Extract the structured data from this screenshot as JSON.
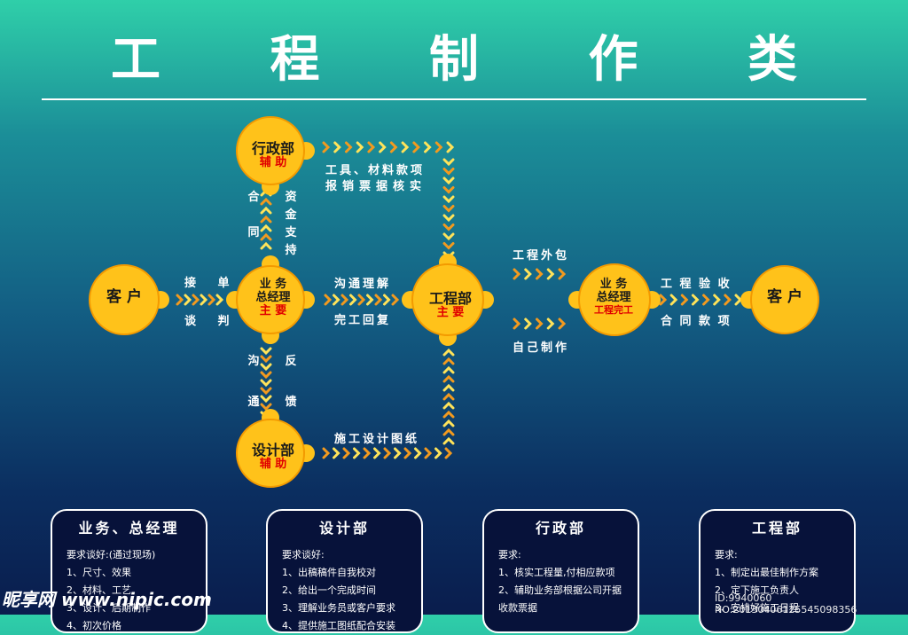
{
  "title": "工 程 制 作 类",
  "colors": {
    "node": "#ffc21a",
    "node_edge": "#f39a00",
    "chevron_orange": "#f29a1f",
    "chevron_yellow": "#ffe35a",
    "accent_red": "#e00000"
  },
  "nodes": {
    "customer_left": {
      "label": "客 户"
    },
    "admin": {
      "label": "行政部",
      "role": "辅 助"
    },
    "manager": {
      "label1": "业 务",
      "label2": "总经理",
      "role": "主 要"
    },
    "engineering": {
      "label": "工程部",
      "role": "主 要"
    },
    "design": {
      "label": "设计部",
      "role": "辅 助"
    },
    "manager_right": {
      "label1": "业 务",
      "label2": "总经理",
      "role": "工程完工"
    },
    "customer_right": {
      "label": "客 户"
    }
  },
  "labels": {
    "receive_order": "接 单",
    "negotiate": "谈 判",
    "tools_line1": "工具、材料款项",
    "tools_line2": "报销票据核实",
    "communicate": "沟通理解",
    "completion_reply": "完工回复",
    "outsource": "工程外包",
    "self_make": "自己制作",
    "acceptance": "工 程 验 收",
    "contract_payment": "合 同 款 项",
    "construction_drawing": "施工设计图纸",
    "contract_v": [
      "合",
      "同"
    ],
    "funding_v": [
      "资",
      "金",
      "支",
      "持"
    ],
    "gou_tong_v": [
      "沟",
      "通"
    ],
    "feedback_v": [
      "反",
      "馈"
    ]
  },
  "cards": [
    {
      "title": "业务、总经理",
      "lines": [
        "要求谈好:(通过现场)",
        "1、尺寸、效果",
        "2、材料、工艺",
        "3、设计、后期制作",
        "4、初次价格"
      ]
    },
    {
      "title": "设计部",
      "lines": [
        "要求谈好:",
        "1、出稿稿件自我校对",
        "2、给出一个完成时间",
        "3、理解业务员或客户要求",
        "4、提供施工图纸配合安装"
      ]
    },
    {
      "title": "行政部",
      "lines": [
        "要求:",
        "1、核实工程量,付相应款项",
        "2、辅助业务部根据公司开据",
        "收款票据"
      ]
    },
    {
      "title": "工程部",
      "lines": [
        "要求:",
        "1、制定出最佳制作方案",
        "2、定下施工负责人",
        "3、安排好施工日程"
      ]
    }
  ],
  "watermark": {
    "logo": "昵享网 www.nipic.com",
    "id": "ID:9940060 NO:20130406125545098356"
  }
}
